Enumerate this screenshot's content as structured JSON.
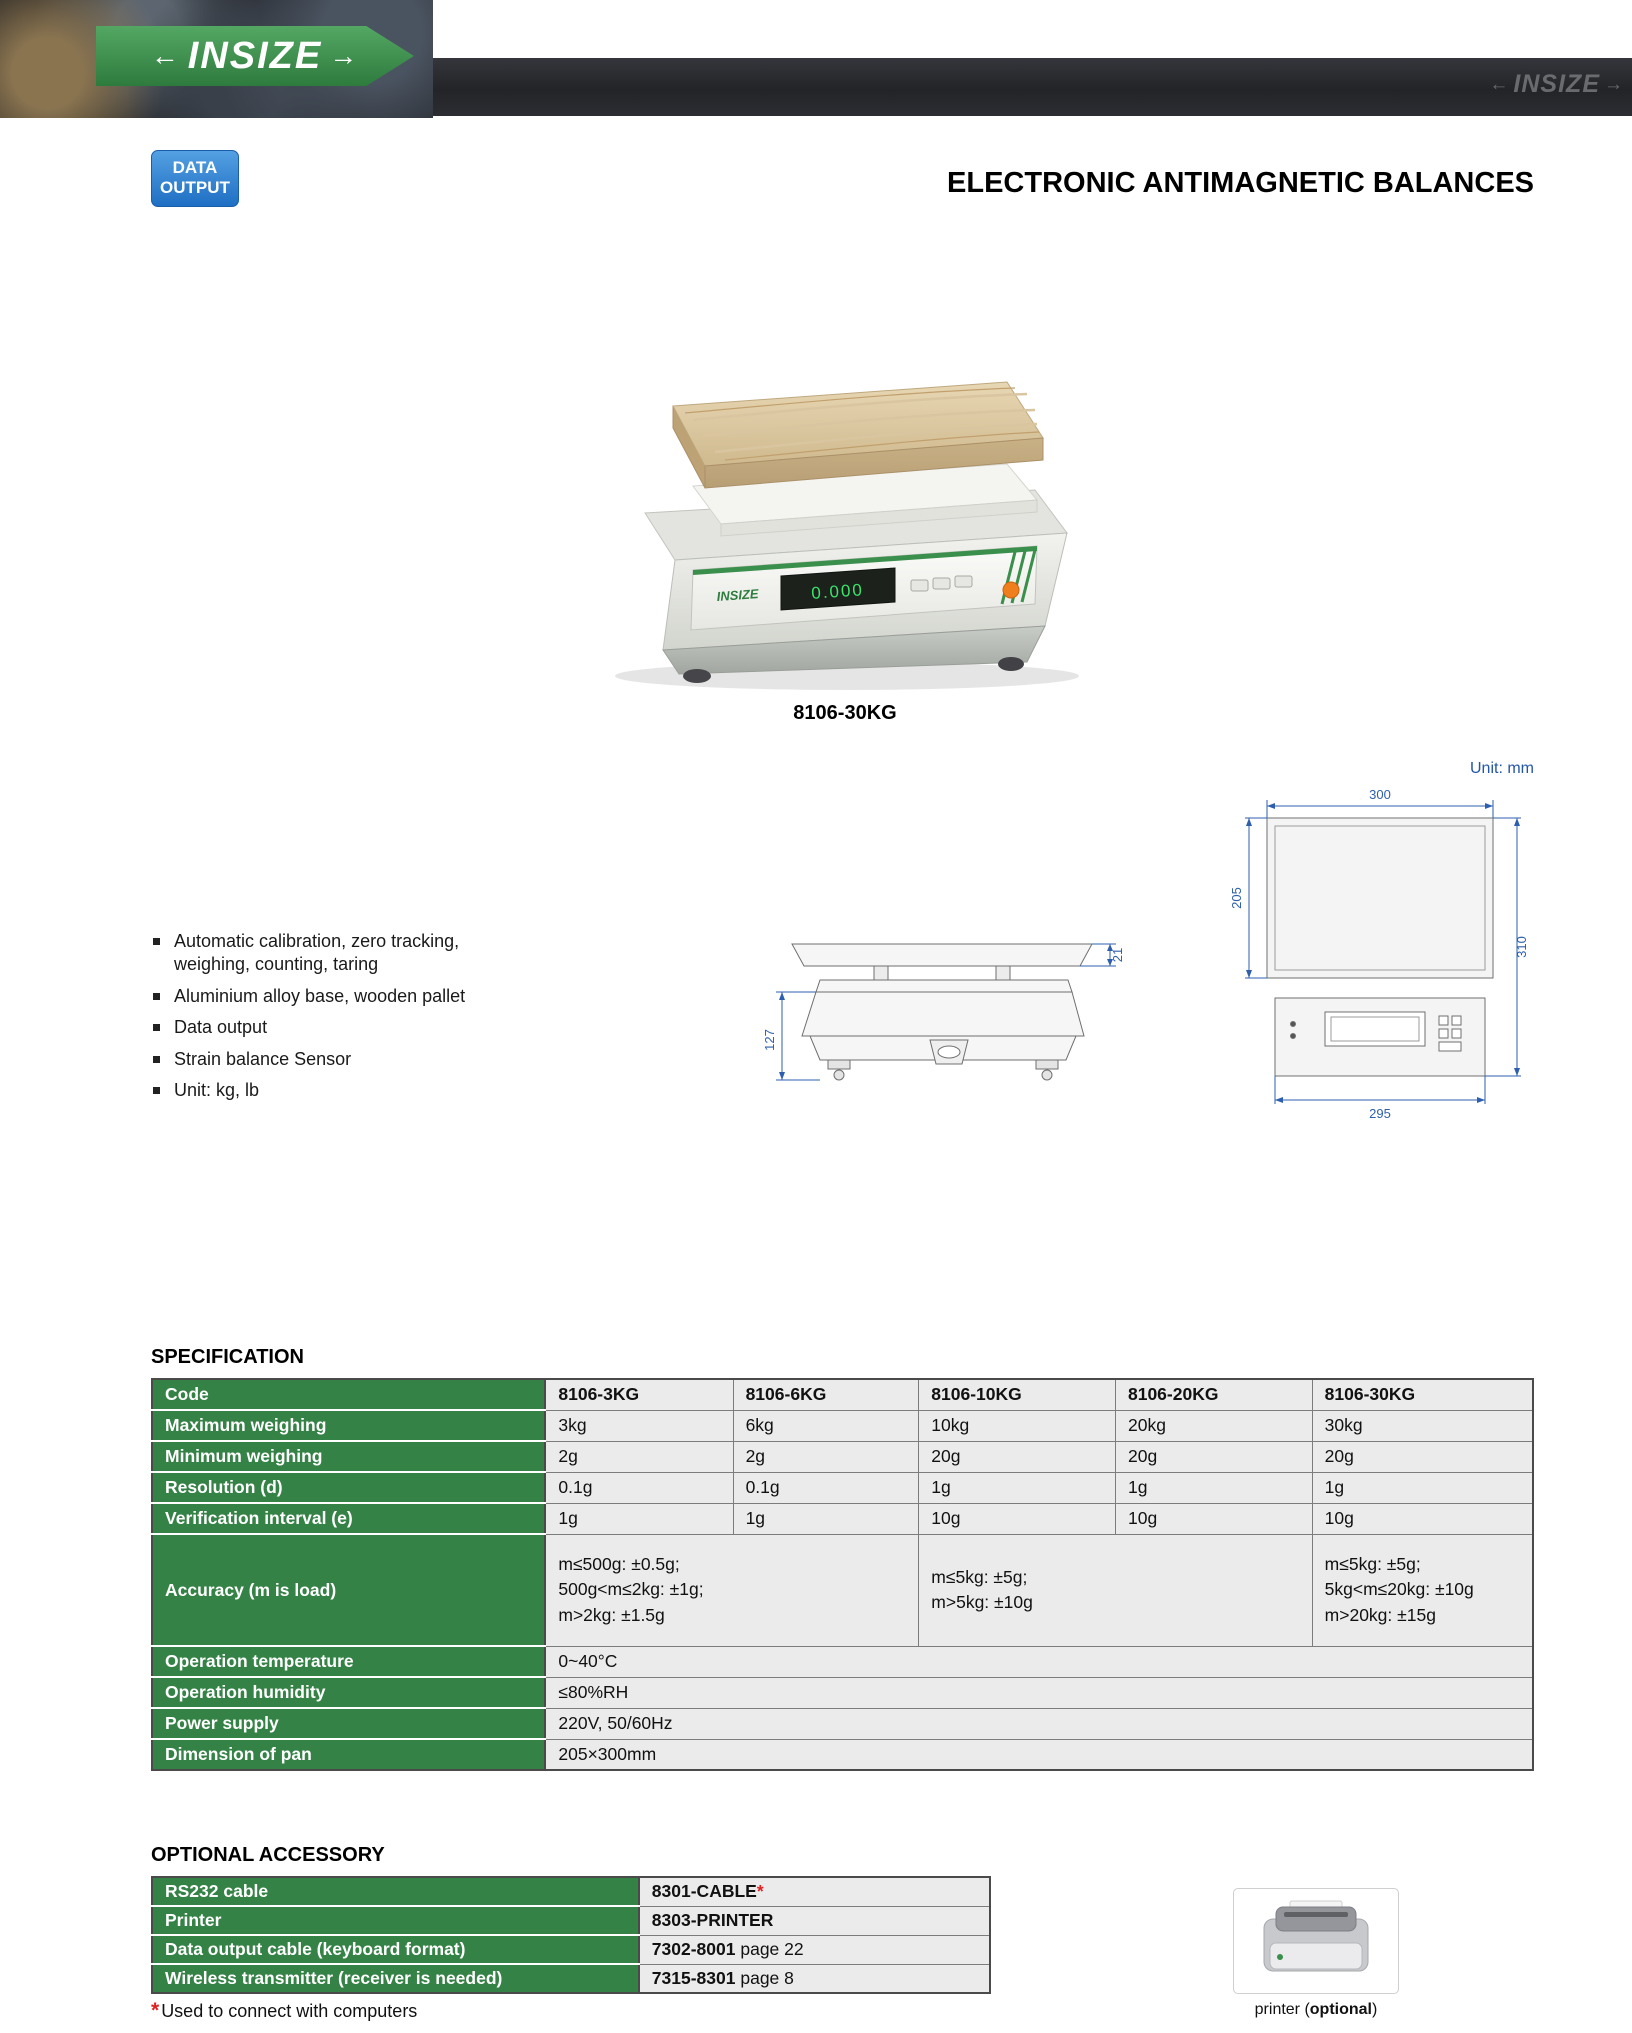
{
  "page": {
    "logo": {
      "text": "INSIZE",
      "arrow_left": "←",
      "arrow_right": "→"
    },
    "watermark": {
      "text": "INSIZE",
      "arrow_left": "←",
      "arrow_right": "→"
    },
    "badge": {
      "line1": "DATA",
      "line2": "OUTPUT"
    },
    "title": "ELECTRONIC ANTIMAGNETIC BALANCES"
  },
  "colors": {
    "green": "#358246",
    "blue": "#2456a8",
    "dimension_blue": "#2e5fae",
    "red": "#e02020",
    "badge_blue": "#1f6fc4"
  },
  "product": {
    "caption": "8106-30KG",
    "display": "0.000",
    "brand": "INSIZE"
  },
  "drawing": {
    "unit_label": "Unit: mm",
    "dim_width_top": "300",
    "dim_pan_depth": "205",
    "dim_total_depth": "310",
    "dim_bottom_width": "295",
    "dim_side_height": "127",
    "dim_pallet_height": "21"
  },
  "features": {
    "items": [
      "Automatic calibration, zero tracking, weighing, counting, taring",
      "Aluminium alloy base, wooden pallet",
      "Data output",
      "Strain balance Sensor",
      "Unit: kg, lb"
    ]
  },
  "spec": {
    "heading": "SPECIFICATION",
    "code_row": {
      "label": "Code",
      "values": [
        "8106-3KG",
        "8106-6KG",
        "8106-10KG",
        "8106-20KG",
        "8106-30KG"
      ]
    },
    "rows": [
      {
        "label": "Maximum weighing",
        "values": [
          "3kg",
          "6kg",
          "10kg",
          "20kg",
          "30kg"
        ]
      },
      {
        "label": "Minimum weighing",
        "values": [
          "2g",
          "2g",
          "20g",
          "20g",
          "20g"
        ]
      },
      {
        "label": "Resolution (d)",
        "values": [
          "0.1g",
          "0.1g",
          "1g",
          "1g",
          "1g"
        ]
      },
      {
        "label": "Verification interval (e)",
        "values": [
          "1g",
          "1g",
          "10g",
          "10g",
          "10g"
        ]
      }
    ],
    "accuracy": {
      "label": "Accuracy (m is load)",
      "cell1": "m≤500g: ±0.5g;\n500g<m≤2kg: ±1g;\nm>2kg: ±1.5g",
      "cell2": "m≤5kg: ±5g;\nm>5kg: ±10g",
      "cell3": "m≤5kg: ±5g;\n5kg<m≤20kg: ±10g\nm>20kg: ±15g"
    },
    "full_rows": [
      {
        "label": "Operation temperature",
        "value": "0~40°C"
      },
      {
        "label": "Operation humidity",
        "value": "≤80%RH"
      },
      {
        "label": "Power supply",
        "value": "220V, 50/60Hz"
      },
      {
        "label": "Dimension of pan",
        "value": "205×300mm"
      }
    ]
  },
  "accessory": {
    "heading": "OPTIONAL ACCESSORY",
    "rows": [
      {
        "label": "RS232 cable",
        "code": "8301-CABLE",
        "mark": "*",
        "suffix": ""
      },
      {
        "label": "Printer",
        "code": "8303-PRINTER",
        "mark": "",
        "suffix": ""
      },
      {
        "label": "Data output cable (keyboard format)",
        "code": "7302-8001",
        "mark": "",
        "suffix": " page 22"
      },
      {
        "label": "Wireless transmitter (receiver is needed)",
        "code": "7315-8301",
        "mark": "",
        "suffix": " page 8"
      }
    ],
    "footnote_mark": "*",
    "footnote": "Used to connect with computers"
  },
  "printer": {
    "caption_pre": "printer (",
    "caption_bold": "optional",
    "caption_post": ")"
  }
}
